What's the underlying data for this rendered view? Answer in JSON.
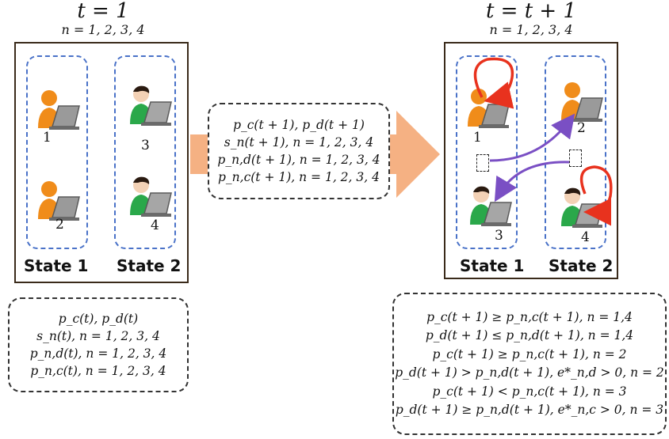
{
  "left_panel": {
    "time_title": "t = 1",
    "n_title": "n = 1, 2, 3, 4",
    "state1_label": "State 1",
    "state2_label": "State 2",
    "users": {
      "u1": "1",
      "u2": "2",
      "u3": "3",
      "u4": "4"
    }
  },
  "middle_box": {
    "lines": [
      "p_c(t + 1), p_d(t + 1)",
      "s_n(t + 1), n = 1, 2, 3, 4",
      "p_n,d(t + 1), n = 1, 2, 3, 4",
      "p_n,c(t + 1), n = 1, 2, 3, 4"
    ]
  },
  "right_panel": {
    "time_title": "t = t + 1",
    "n_title": "n = 1, 2, 3, 4",
    "state1_label": "State 1",
    "state2_label": "State 2",
    "users": {
      "u1": "1",
      "u2": "2",
      "u3": "3",
      "u4": "4"
    }
  },
  "bottom_left_box": {
    "lines": [
      "p_c(t), p_d(t)",
      "s_n(t), n = 1, 2, 3, 4",
      "p_n,d(t), n = 1, 2, 3, 4",
      "p_n,c(t), n = 1, 2, 3, 4"
    ]
  },
  "bottom_right_box": {
    "lines": [
      "p_c(t + 1) ≥ p_n,c(t + 1), n = 1,4",
      "p_d(t + 1) ≤ p_n,d(t + 1), n = 1,4",
      "p_c(t + 1) ≥ p_n,c(t + 1), n = 2",
      "p_d(t + 1) > p_n,d(t + 1), e*_n,d > 0, n = 2",
      "p_c(t + 1) < p_n,c(t + 1), n = 3",
      "p_d(t + 1) ≥ p_n,d(t + 1), e*_n,c > 0, n = 3"
    ]
  },
  "colors": {
    "state_column_border": "#4a72c8",
    "arrow_orange": "#f5b183",
    "self_loop_red": "#e8321e",
    "transition_purple": "#7a4fc4",
    "orange_user": "#f08c1a",
    "green_user": "#2aa84a"
  },
  "icons": [
    "orange-user-laptop-icon",
    "green-user-laptop-icon"
  ]
}
